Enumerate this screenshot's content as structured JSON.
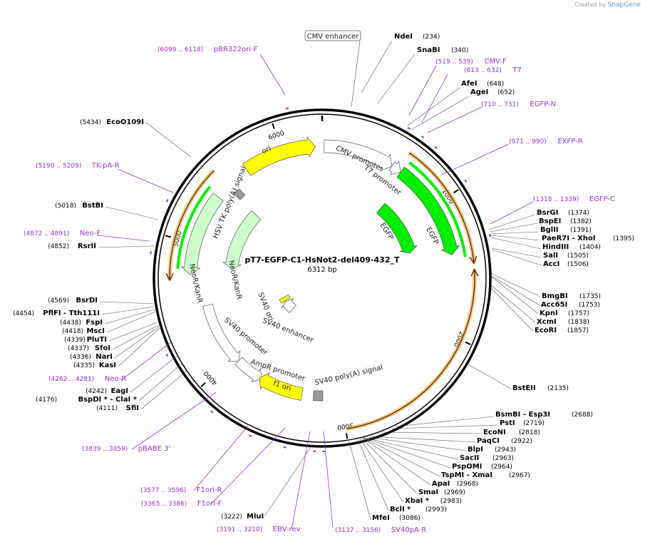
{
  "credit": {
    "prefix": "Created by",
    "brand": "SnapGene"
  },
  "map": {
    "name": "pT7-EGFP-C1-HsNot2-del409-432_T",
    "length_label": "6312 bp",
    "length": 6312
  },
  "colors": {
    "primer": "#9b30d9",
    "arrow_yellow": "#ffff00",
    "arrow_green": "#00ee00",
    "arrow_light_green": "#ccffcc",
    "arrow_white": "#ffffff",
    "orange": "#e8a23c",
    "gray_box": "#999999"
  },
  "scale_ticks": [
    "1000",
    "2000",
    "3000",
    "4000",
    "5000",
    "6000"
  ],
  "enzymes_right": [
    {
      "name": "NdeI",
      "pos": "(234)"
    },
    {
      "name": "SnaBI",
      "pos": "(340)"
    },
    {
      "name": "AfeI",
      "pos": "(648)"
    },
    {
      "name": "AgeI",
      "pos": "(652)"
    },
    {
      "name": "BsrGI",
      "pos": "(1374)"
    },
    {
      "name": "BspEI",
      "pos": "(1382)"
    },
    {
      "name": "BglII",
      "pos": "(1391)"
    },
    {
      "name": "PaeR7I - XhoI",
      "pos": "(1395)"
    },
    {
      "name": "HindIII",
      "pos": "(1404)"
    },
    {
      "name": "SalI",
      "pos": "(1505)"
    },
    {
      "name": "AccI",
      "pos": "(1506)"
    },
    {
      "name": "BmgBI",
      "pos": "(1735)"
    },
    {
      "name": "Acc65I",
      "pos": "(1753)"
    },
    {
      "name": "KpnI",
      "pos": "(1757)"
    },
    {
      "name": "XcmI",
      "pos": "(1838)"
    },
    {
      "name": "EcoRI",
      "pos": "(1857)"
    },
    {
      "name": "BstEII",
      "pos": "(2135)"
    },
    {
      "name": "BsmBI - Esp3I",
      "pos": "(2688)"
    },
    {
      "name": "PstI",
      "pos": "(2719)"
    },
    {
      "name": "EcoNI",
      "pos": "(2818)"
    },
    {
      "name": "PaqCI",
      "pos": "(2922)"
    },
    {
      "name": "BlpI",
      "pos": "(2943)"
    },
    {
      "name": "SacII",
      "pos": "(2963)"
    },
    {
      "name": "PspOMI",
      "pos": "(2964)"
    },
    {
      "name": "TspMI - XmaI",
      "pos": "(2967)"
    },
    {
      "name": "ApaI",
      "pos": "(2968)"
    },
    {
      "name": "SmaI",
      "pos": "(2969)"
    },
    {
      "name": "XbaI *",
      "pos": "(2983)"
    },
    {
      "name": "BclI *",
      "pos": "(2993)"
    },
    {
      "name": "MfeI",
      "pos": "(3086)"
    },
    {
      "name": "MluI",
      "pos": "(3222)"
    }
  ],
  "enzymes_left": [
    {
      "name": "EcoO109I",
      "pos": "(5434)"
    },
    {
      "name": "BstBI",
      "pos": "(5018)"
    },
    {
      "name": "RsrII",
      "pos": "(4852)"
    },
    {
      "name": "BsrDI",
      "pos": "(4569)"
    },
    {
      "name": "PflFI - Tth111I",
      "pos": "(4454)"
    },
    {
      "name": "FspI",
      "pos": "(4438)"
    },
    {
      "name": "MscI",
      "pos": "(4418)"
    },
    {
      "name": "PluTI",
      "pos": "(4339)"
    },
    {
      "name": "SfoI",
      "pos": "(4337)"
    },
    {
      "name": "NarI",
      "pos": "(4336)"
    },
    {
      "name": "KasI",
      "pos": "(4335)"
    },
    {
      "name": "EagI",
      "pos": "(4242)"
    },
    {
      "name": "BspDI * - ClaI *",
      "pos": "(4176)"
    },
    {
      "name": "SfiI",
      "pos": "(4111)"
    }
  ],
  "primers": [
    {
      "name": "pBR322ori-F",
      "pos": "(6099 .. 6118)"
    },
    {
      "name": "CMV-F",
      "pos": "(519 .. 539)"
    },
    {
      "name": "T7",
      "pos": "(613 .. 632)"
    },
    {
      "name": "EGFP-N",
      "pos": "(710 .. 731)"
    },
    {
      "name": "EXFP-R",
      "pos": "(971 .. 990)"
    },
    {
      "name": "EGFP-C",
      "pos": "(1318 .. 1339)"
    },
    {
      "name": "TK-pA-R",
      "pos": "(5190 .. 5209)"
    },
    {
      "name": "Neo-F",
      "pos": "(4872 .. 4891)"
    },
    {
      "name": "Neo-R",
      "pos": "(4262 .. 4281)"
    },
    {
      "name": "pBABE 3'",
      "pos": "(3839 .. 3859)"
    },
    {
      "name": "F1ori-R",
      "pos": "(3577 .. 3596)"
    },
    {
      "name": "F1ori-F",
      "pos": "(3365 .. 3386)"
    },
    {
      "name": "EBV-rev",
      "pos": "(3191 .. 3210)"
    },
    {
      "name": "SV40pA-R",
      "pos": "(3137 .. 3156)"
    }
  ],
  "features": {
    "cmv_enhancer": "CMV enhancer",
    "cmv_promoter": "CMV promoter",
    "t7_promoter": "T7 promoter",
    "egfp_outer": "EGFP",
    "egfp_inner": "EGFP",
    "ori": "ori",
    "hsv_tk": "HSV TK poly(A) signal",
    "neor_outer": "NeoR/KanR",
    "neor_inner": "NeoR/KanR",
    "sv40_ori": "SV40 ori",
    "sv40_enhancer": "SV40 enhancer",
    "sv40_promoter": "SV40 promoter",
    "ampr_promoter": "AmpR promoter",
    "f1_ori": "f1 ori",
    "sv40_polya": "SV40 poly(A) signal"
  }
}
